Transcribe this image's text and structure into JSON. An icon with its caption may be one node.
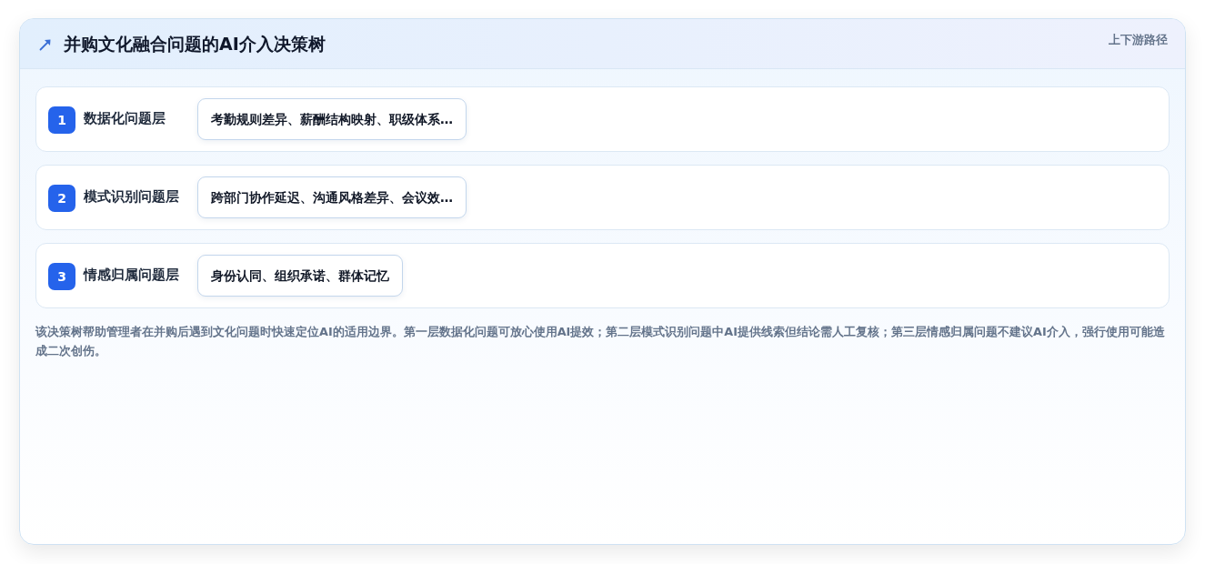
{
  "diagram": {
    "title": "并购文化融合问题的AI介入决策树",
    "nodes": [
      {
        "text": [
          "数据化问题层"
        ]
      },
      {
        "text": [
          "1"
        ],
        "in": 0
      },
      {
        "text": [
          "考勤规则差异、薪酬结构映射、职级体系…"
        ],
        "in": 0
      },
      {
        "text": [
          "模式识别问题层"
        ]
      },
      {
        "text": [
          "2"
        ],
        "in": 3
      },
      {
        "text": [
          "跨部门协作延迟、沟通风格差异、会议效…"
        ],
        "in": 3
      },
      {
        "text": [
          "情感归属问题层"
        ]
      },
      {
        "text": [
          "3"
        ],
        "in": 6
      },
      {
        "text": [
          "身份认同、组织承诺、群体记忆"
        ],
        "in": 6
      }
    ],
    "labels": [
      "上下游路径"
    ],
    "caption": "该决策树帮助管理者在并购后遇到文化问题时快速定位AI的适用边界。第一层数据化问题可放心使用AI提效；第二层模式识别问题中AI提供线索但结论需人工复核；第三层情感归属问题不建议AI介入，强行使用可能造成二次创伤。"
  }
}
